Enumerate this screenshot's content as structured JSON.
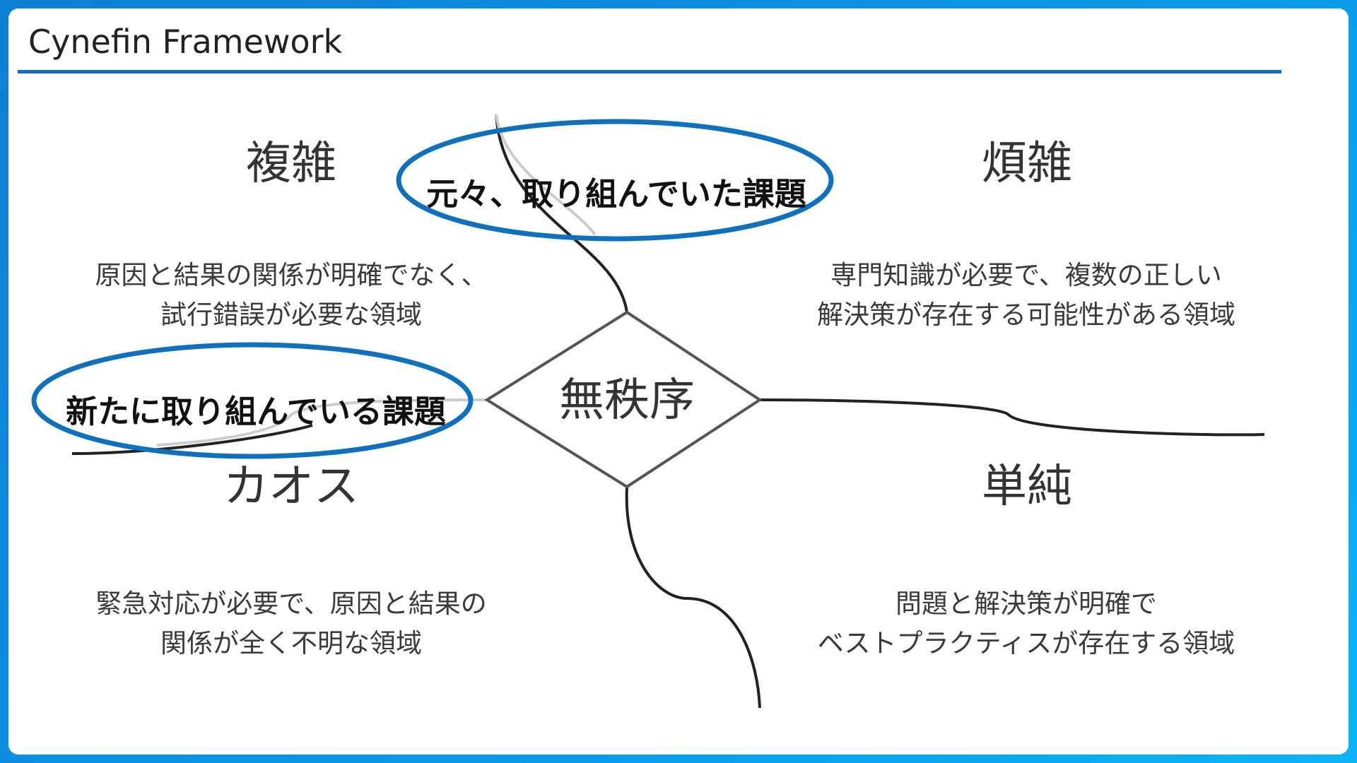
{
  "header": {
    "title": "Cynefin Framework"
  },
  "center": {
    "label": "無秩序"
  },
  "quadrants": {
    "complicated": {
      "name": "複雑",
      "desc": [
        "原因と結果の関係が明確でなく、",
        "試行錯誤が必要な領域"
      ]
    },
    "complex": {
      "name": "煩雑",
      "desc": [
        "専門知識が必要で、複数の正しい",
        "解決策が存在する可能性がある領域"
      ]
    },
    "chaos": {
      "name": "カオス",
      "desc": [
        "緊急対応が必要で、原因と結果の",
        "関係が全く不明な領域"
      ]
    },
    "simple": {
      "name": "単純",
      "desc": [
        "問題と解決策が明確で",
        "ベストプラクティスが存在する領域"
      ]
    }
  },
  "callouts": {
    "original": "元々、取り組んでいた課題",
    "new": "新たに取り組んでいる課題"
  },
  "colors": {
    "accent": "#0f70bd",
    "line": "#222222",
    "diamond": "#555555",
    "faint_line": "#cccccc"
  }
}
